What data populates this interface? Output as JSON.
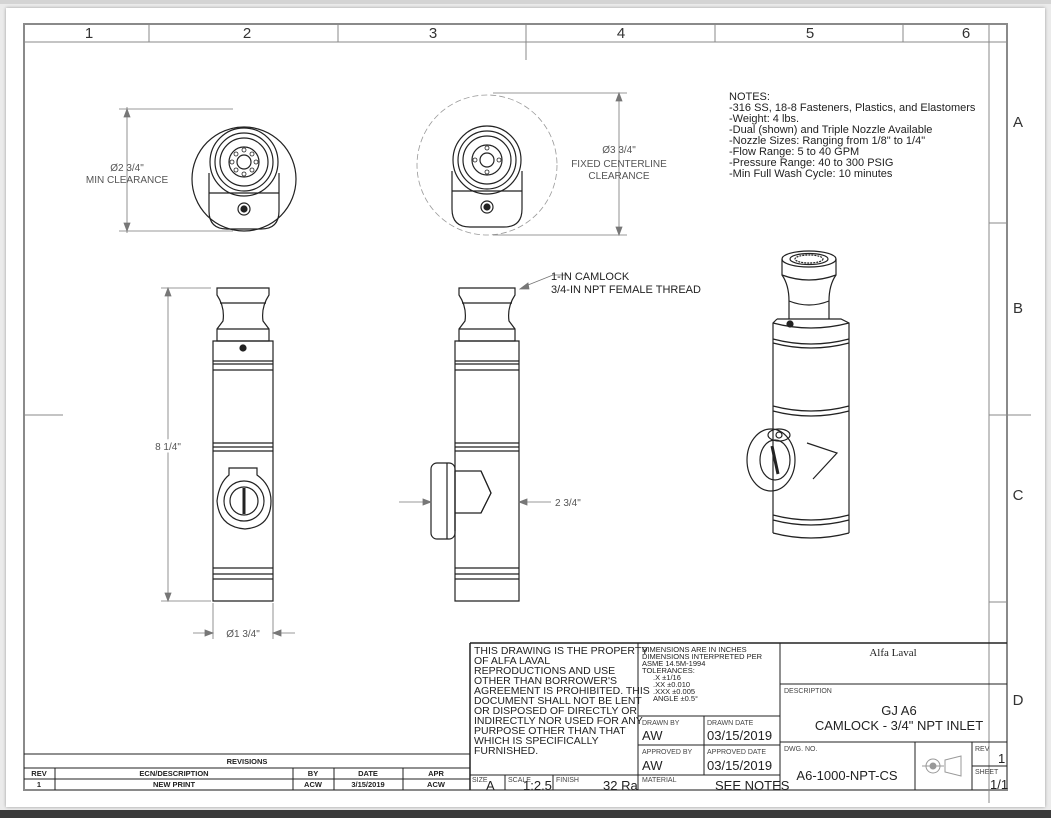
{
  "zones": {
    "columns": [
      "1",
      "2",
      "3",
      "4",
      "5",
      "6"
    ],
    "rows": [
      "A",
      "B",
      "C",
      "D"
    ]
  },
  "notes": {
    "heading": "NOTES:",
    "lines": [
      "-316 SS, 18-8 Fasteners, Plastics, and Elastomers",
      "-Weight: 4 lbs.",
      "-Dual (shown) and Triple Nozzle Available",
      "-Nozzle Sizes: Ranging from 1/8\" to 1/4\"",
      "-Flow Range: 5 to 40 GPM",
      "-Pressure Range: 40 to 300 PSIG",
      "-Min Full Wash Cycle: 10 minutes"
    ]
  },
  "dimensions": {
    "min_clearance_dia": "Ø2 3/4\"",
    "min_clearance_label": "MIN CLEARANCE",
    "fixed_centerline_dia": "Ø3 3/4\"",
    "fixed_centerline_label_1": "FIXED CENTERLINE",
    "fixed_centerline_label_2": "CLEARANCE",
    "overall_length": "8 1/4\"",
    "body_dia": "Ø1 3/4\"",
    "offset_width": "2 3/4\""
  },
  "callout": {
    "line1": "1-IN CAMLOCK",
    "line2": "3/4-IN NPT FEMALE THREAD"
  },
  "title_block": {
    "property_lines": [
      "THIS DRAWING IS THE PROPERTY",
      "OF ALFA LAVAL",
      "REPRODUCTIONS AND USE",
      "OTHER THAN BORROWER'S",
      "AGREEMENT IS PROHIBITED. THIS",
      "DOCUMENT SHALL NOT BE LENT",
      "OR DISPOSED OF DIRECTLY OR",
      "INDIRECTLY NOR USED FOR ANY",
      "PURPOSE OTHER THAN THAT",
      "WHICH IS SPECIFICALLY",
      "FURNISHED."
    ],
    "tolerance_lines": [
      "DIMENSIONS  ARE  IN  INCHES",
      "DIMENSIONS INTERPRETED PER",
      "ASME 14.5M-1994",
      "TOLERANCES:",
      ".X  ±1/16",
      ".XX  ±0.010",
      ".XXX  ±0.005",
      "ANGLE  ±0.5°"
    ],
    "company": "Alfa Laval",
    "description_label": "DESCRIPTION",
    "description_line1": "GJ A6",
    "description_line2": "CAMLOCK - 3/4\" NPT INLET",
    "drawn_by_label": "DRAWN BY",
    "drawn_by": "AW",
    "drawn_date_label": "DRAWN DATE",
    "drawn_date": "03/15/2019",
    "approved_by_label": "APPROVED BY",
    "approved_by": "AW",
    "approved_date_label": "APPROVED DATE",
    "approved_date": "03/15/2019",
    "dwg_no_label": "DWG. NO.",
    "dwg_no": "A6-1000-NPT-CS",
    "rev_label": "REV",
    "rev": "1",
    "sheet_label": "SHEET",
    "sheet": "1/1",
    "size_label": "SIZE",
    "size": "A",
    "scale_label": "SCALE",
    "scale": "1:2.5",
    "finish_label": "FINISH",
    "finish": "32 Ra",
    "material_label": "MATERIAL",
    "material": "SEE NOTES"
  },
  "revisions": {
    "title": "REVISIONS",
    "headers": [
      "REV",
      "ECN/DESCRIPTION",
      "BY",
      "DATE",
      "APR"
    ],
    "rows": [
      [
        "1",
        "NEW PRINT",
        "ACW",
        "3/15/2019",
        "ACW"
      ]
    ]
  }
}
